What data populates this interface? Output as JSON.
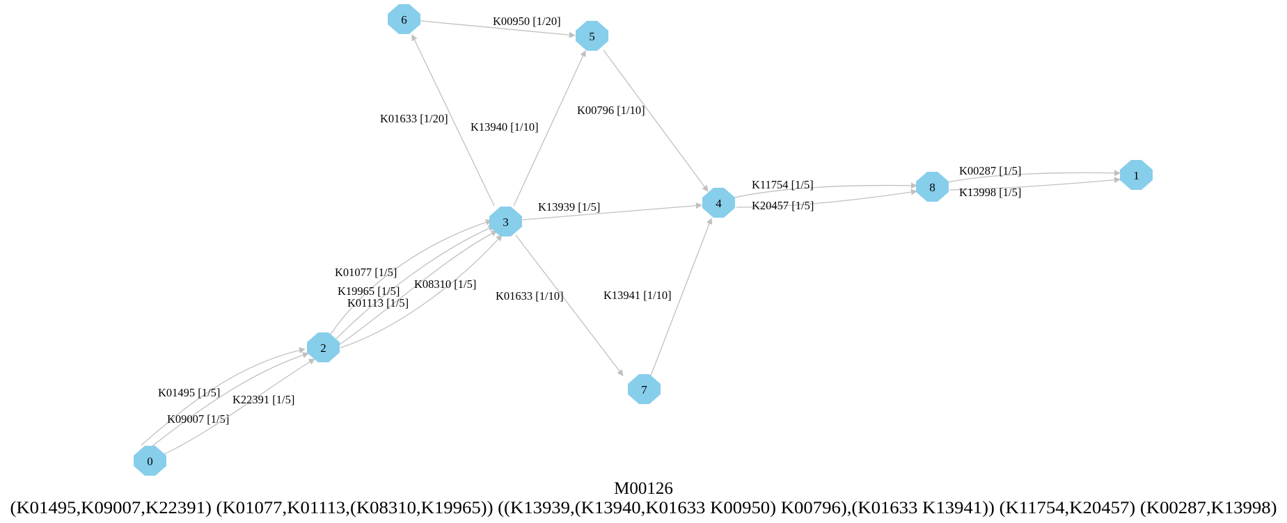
{
  "diagram": {
    "title": "M00126",
    "formula": "(K01495,K09007,K22391) (K01077,K01113,(K08310,K19965)) ((K13939,(K13940,K01633 K00950) K00796),(K01633 K13941)) (K11754,K20457) (K00287,K13998)",
    "colors": {
      "node_fill": "#87ceeb",
      "edge": "#c0c0c0",
      "text": "#000000"
    },
    "nodes": [
      {
        "id": "0",
        "label": "0"
      },
      {
        "id": "1",
        "label": "1"
      },
      {
        "id": "2",
        "label": "2"
      },
      {
        "id": "3",
        "label": "3"
      },
      {
        "id": "4",
        "label": "4"
      },
      {
        "id": "5",
        "label": "5"
      },
      {
        "id": "6",
        "label": "6"
      },
      {
        "id": "7",
        "label": "7"
      },
      {
        "id": "8",
        "label": "8"
      }
    ],
    "edges": [
      {
        "from": "0",
        "to": "2",
        "label": "K01495 [1/5]"
      },
      {
        "from": "0",
        "to": "2",
        "label": "K09007 [1/5]"
      },
      {
        "from": "0",
        "to": "2",
        "label": "K22391 [1/5]"
      },
      {
        "from": "2",
        "to": "3",
        "label": "K01077 [1/5]"
      },
      {
        "from": "2",
        "to": "3",
        "label": "K19965 [1/5]"
      },
      {
        "from": "2",
        "to": "3",
        "label": "K01113 [1/5]"
      },
      {
        "from": "2",
        "to": "3",
        "label": "K08310 [1/5]"
      },
      {
        "from": "3",
        "to": "6",
        "label": "K01633 [1/20]"
      },
      {
        "from": "3",
        "to": "5",
        "label": "K13940 [1/10]"
      },
      {
        "from": "6",
        "to": "5",
        "label": "K00950 [1/20]"
      },
      {
        "from": "5",
        "to": "4",
        "label": "K00796 [1/10]"
      },
      {
        "from": "3",
        "to": "4",
        "label": "K13939 [1/5]"
      },
      {
        "from": "3",
        "to": "7",
        "label": "K01633 [1/10]"
      },
      {
        "from": "7",
        "to": "4",
        "label": "K13941 [1/10]"
      },
      {
        "from": "4",
        "to": "8",
        "label": "K11754 [1/5]"
      },
      {
        "from": "4",
        "to": "8",
        "label": "K20457 [1/5]"
      },
      {
        "from": "8",
        "to": "1",
        "label": "K00287 [1/5]"
      },
      {
        "from": "8",
        "to": "1",
        "label": "K13998 [1/5]"
      }
    ]
  }
}
